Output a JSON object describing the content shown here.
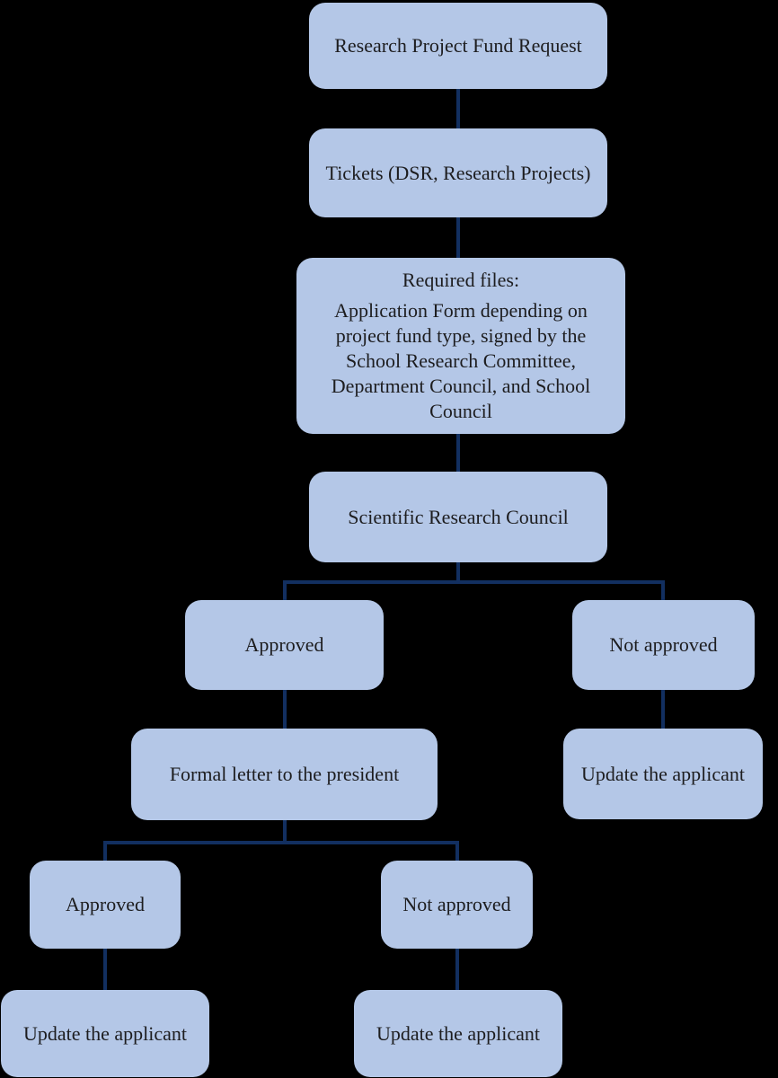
{
  "diagram": {
    "type": "flowchart",
    "colors": {
      "node_fill": "#b4c7e7",
      "connector": "#122f60",
      "text": "#1d1d1f",
      "background": "#000000"
    },
    "nodes": {
      "request": {
        "label": "Research Project Fund Request"
      },
      "tickets": {
        "label": "Tickets (DSR, Research Projects)"
      },
      "required_files": {
        "title": "Required files:",
        "body": "Application Form depending on project fund type, signed by the School Research Committee, Department Council, and School Council"
      },
      "council": {
        "label": "Scientific Research Council"
      },
      "approved_1": {
        "label": "Approved"
      },
      "not_approved_1": {
        "label": "Not approved"
      },
      "formal_letter": {
        "label": "Formal letter to the president"
      },
      "update_applicant_right": {
        "label": "Update the applicant"
      },
      "approved_2": {
        "label": "Approved"
      },
      "not_approved_2": {
        "label": "Not approved"
      },
      "update_applicant_left": {
        "label": "Update the applicant"
      },
      "update_applicant_mid": {
        "label": "Update the applicant"
      }
    },
    "edges": [
      {
        "from": "request",
        "to": "tickets"
      },
      {
        "from": "tickets",
        "to": "required_files"
      },
      {
        "from": "required_files",
        "to": "council"
      },
      {
        "from": "council",
        "to": "approved_1"
      },
      {
        "from": "council",
        "to": "not_approved_1"
      },
      {
        "from": "approved_1",
        "to": "formal_letter"
      },
      {
        "from": "not_approved_1",
        "to": "update_applicant_right"
      },
      {
        "from": "formal_letter",
        "to": "approved_2"
      },
      {
        "from": "formal_letter",
        "to": "not_approved_2"
      },
      {
        "from": "approved_2",
        "to": "update_applicant_left"
      },
      {
        "from": "not_approved_2",
        "to": "update_applicant_mid"
      }
    ]
  }
}
